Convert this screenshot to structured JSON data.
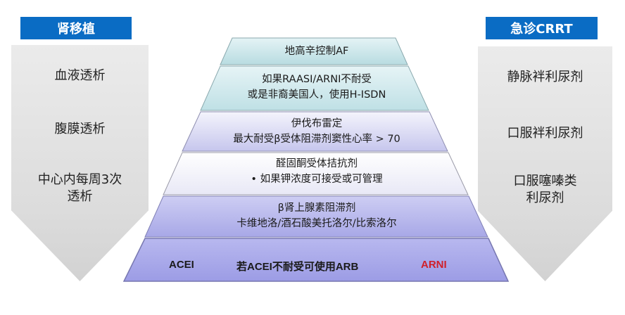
{
  "left_panel": {
    "header": "肾移植",
    "items": [
      "血液透析",
      "腹膜透析",
      "中心内每周3次\n透析"
    ],
    "item_lines": [
      [
        "血液透析"
      ],
      [
        "腹膜透析"
      ],
      [
        "中心内每周3次",
        "透析"
      ]
    ]
  },
  "right_panel": {
    "header": "急诊CRRT",
    "item_lines": [
      [
        "静脉袢利尿剂"
      ],
      [
        "口服袢利尿剂"
      ],
      [
        "口服噻嗪类",
        "利尿剂"
      ]
    ]
  },
  "pyramid": {
    "layers": [
      {
        "lines": [
          "地高辛控制AF"
        ],
        "fill_top": "#dff0f2",
        "fill_bottom": "#b9dde2"
      },
      {
        "lines": [
          "如果RAASI/ARNI不耐受",
          "或是非裔美国人，使用H-ISDN"
        ],
        "fill_top": "#e3f2f4",
        "fill_bottom": "#bfe0e5"
      },
      {
        "lines": [
          "伊伐布雷定",
          "最大耐受β受体阻滞剂窦性心率 > 70"
        ],
        "fill_top": "#f1f1fb",
        "fill_bottom": "#c9c9ee"
      },
      {
        "lines": [
          "醛固酮受体拮抗剂",
          "•   如果钾浓度可接受或可管理"
        ],
        "fill_top": "#ffffff",
        "fill_bottom": "#e6e6f6"
      },
      {
        "lines": [
          "β肾上腺素阻滞剂",
          "卡维地洛/酒石酸美托洛尔/比索洛尔"
        ],
        "fill_top": "#c9c9f2",
        "fill_bottom": "#a9a9e8"
      },
      {
        "base": {
          "left": "ACEI",
          "center": "若ACEI不耐受可使用ARB",
          "right": "ARNI"
        },
        "fill_top": "#b3b3ee",
        "fill_bottom": "#9d9de6"
      }
    ],
    "accent_color": "#d0202a"
  },
  "colors": {
    "header_blue": "#0a6cc4",
    "arrow_gray": "#dcdcdc"
  }
}
